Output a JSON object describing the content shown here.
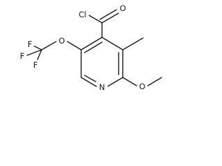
{
  "molecule": {
    "atoms": {
      "cl": "Cl",
      "o_carbonyl": "O",
      "o_methoxy": "O",
      "o_ether": "O",
      "n_ring": "N",
      "f_top": "F",
      "f_left": "F",
      "f_bottom": "F"
    }
  }
}
